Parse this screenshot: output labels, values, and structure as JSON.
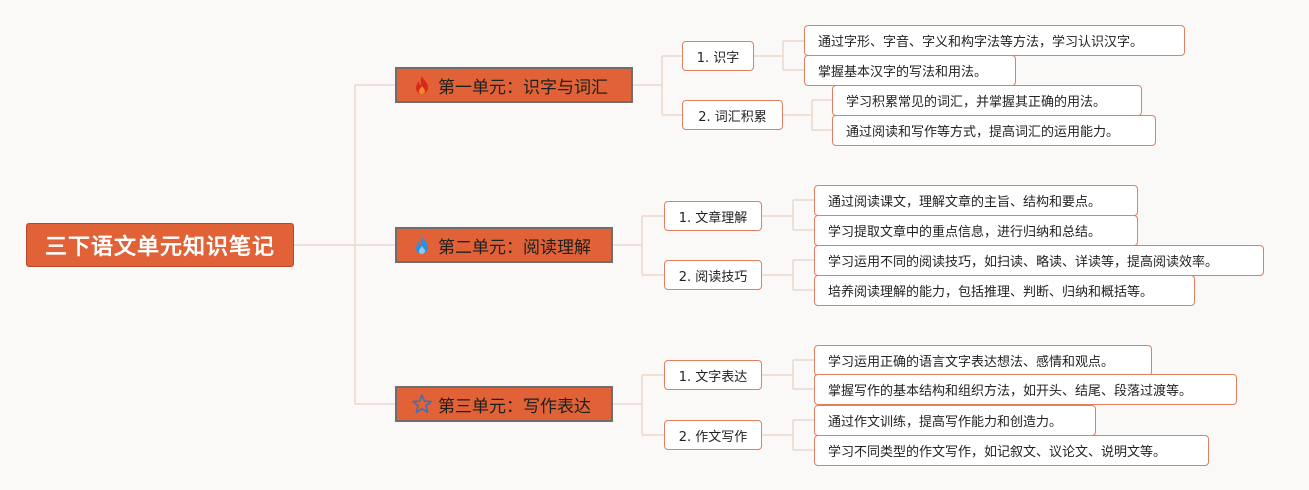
{
  "root": {
    "title": "三下语文单元知识笔记"
  },
  "units": [
    {
      "title": "第一单元：识字与词汇",
      "icon": "fire-icon",
      "icon_color": "#d9281a",
      "topics": [
        {
          "label": "1. 识字",
          "points": [
            "通过字形、字音、字义和构字法等方法，学习认识汉字。",
            "掌握基本汉字的写法和用法。"
          ]
        },
        {
          "label": "2. 词汇积累",
          "points": [
            "学习积累常见的词汇，并掌握其正确的用法。",
            "通过阅读和写作等方式，提高词汇的运用能力。"
          ]
        }
      ]
    },
    {
      "title": "第二单元：阅读理解",
      "icon": "flame-icon",
      "icon_color": "#2f8fdc",
      "topics": [
        {
          "label": "1. 文章理解",
          "points": [
            "通过阅读课文，理解文章的主旨、结构和要点。",
            "学习提取文章中的重点信息，进行归纳和总结。"
          ]
        },
        {
          "label": "2. 阅读技巧",
          "points": [
            "学习运用不同的阅读技巧，如扫读、略读、详读等，提高阅读效率。",
            "培养阅读理解的能力，包括推理、判断、归纳和概括等。"
          ]
        }
      ]
    },
    {
      "title": "第三单元：写作表达",
      "icon": "star-outline-icon",
      "icon_color": "#3f6fb5",
      "topics": [
        {
          "label": "1. 文字表达",
          "points": [
            "学习运用正确的语言文字表达想法、感情和观点。",
            "掌握写作的基本结构和组织方法，如开头、结尾、段落过渡等。"
          ]
        },
        {
          "label": "2. 作文写作",
          "points": [
            "通过作文训练，提高写作能力和创造力。",
            "学习不同类型的作文写作，如记叙文、议论文、说明文等。"
          ]
        }
      ]
    }
  ],
  "colors": {
    "accent": "#e06236",
    "node_border": "#e08060",
    "connector": "#ead8cc"
  }
}
